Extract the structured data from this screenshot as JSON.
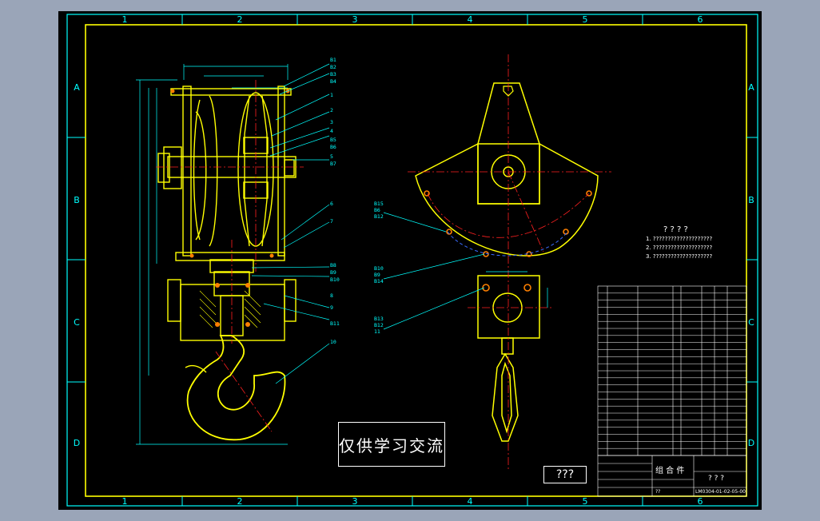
{
  "grid": {
    "columns": [
      "1",
      "2",
      "3",
      "4",
      "5",
      "6"
    ],
    "rows": [
      "A",
      "B",
      "C",
      "D"
    ]
  },
  "watermark": "仅供学习交流",
  "title_block": {
    "question_box": "???",
    "assembly_name": "组 合 件",
    "drawing_title": "? ? ?",
    "drawing_number": "LM0304-01-02-05-00",
    "part_label": "??"
  },
  "notes": {
    "title": "? ? ? ?",
    "lines": [
      "1. ????????????????????",
      "2. ????????????????????",
      "3. ????????????????????"
    ]
  },
  "callouts_left": [
    "B1",
    "B2",
    "B3",
    "B4",
    "1",
    "2",
    "3",
    "4",
    "B5",
    "B6",
    "5",
    "B7",
    "6",
    "7",
    "B8",
    "B9",
    "B10",
    "8",
    "9",
    "B11",
    "10"
  ],
  "callouts_right": [
    "B15",
    "B6",
    "B12",
    "B10",
    "B9",
    "B14",
    "B13",
    "B12",
    "11"
  ],
  "colors": {
    "background": "#000000",
    "frame": "#00ffff",
    "inner_frame": "#ffff00",
    "part": "#ffff00",
    "centerline": "#ff0000",
    "dimension": "#00ffff",
    "text": "#ffffff",
    "bolt": "#ff8000"
  }
}
